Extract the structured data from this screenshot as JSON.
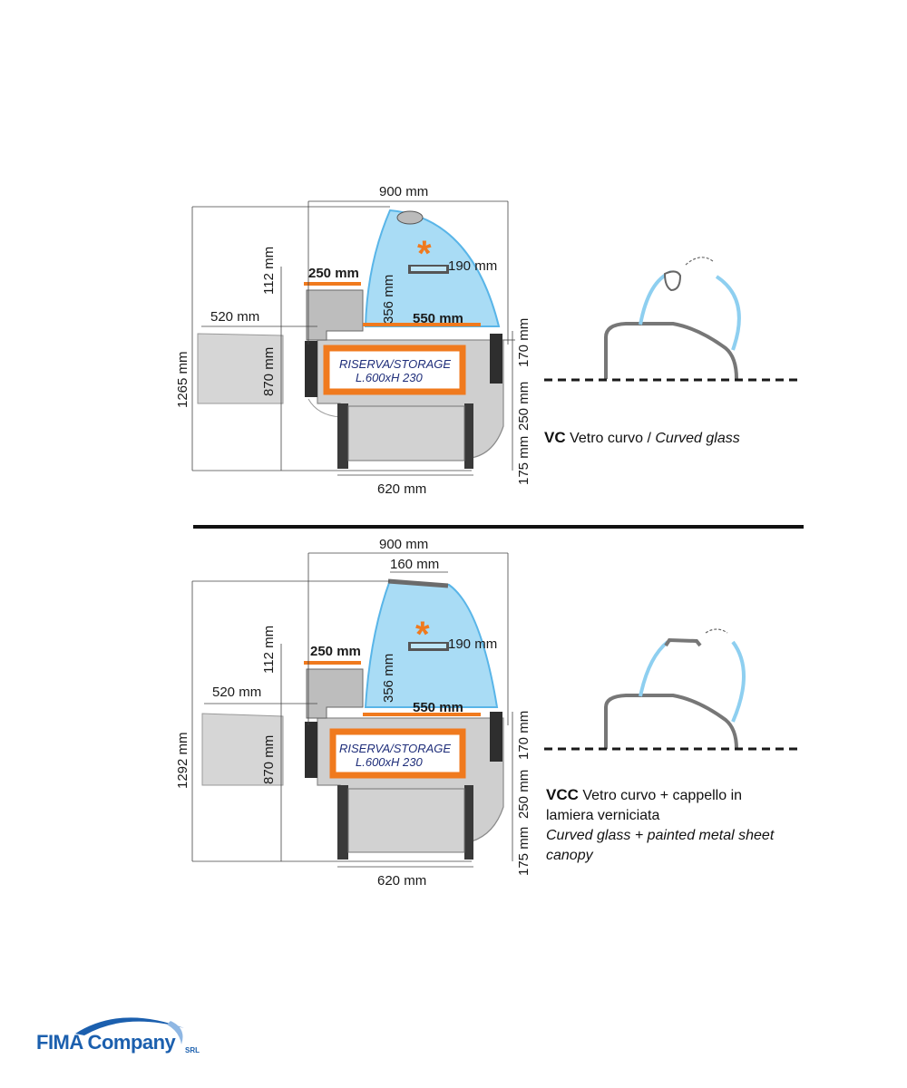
{
  "diagram_vc": {
    "width_top": "900 mm",
    "height_total": "1265 mm",
    "shelf_depth": "250 mm",
    "shelf_height": "112 mm",
    "glass_gap": "190 mm",
    "glass_h": "356 mm",
    "deck_depth": "550 mm",
    "side_ext": "520 mm",
    "counter_h": "870 mm",
    "storage_line1": "RISERVA/STORAGE",
    "storage_line2": "L.600xH 230",
    "r170": "170 mm",
    "r250": "250 mm",
    "r175": "175 mm",
    "base": "620 mm"
  },
  "caption_vc": {
    "code": "VC",
    "it": "Vetro curvo /",
    "en": "Curved glass"
  },
  "diagram_vcc": {
    "width_top": "900 mm",
    "canopy": "160 mm",
    "height_total": "1292 mm",
    "shelf_depth": "250 mm",
    "shelf_height": "112 mm",
    "glass_gap": "190 mm",
    "glass_h": "356 mm",
    "deck_depth": "550 mm",
    "side_ext": "520 mm",
    "counter_h": "870 mm",
    "storage_line1": "RISERVA/STORAGE",
    "storage_line2": "L.600xH 230",
    "r170": "170 mm",
    "r250": "250 mm",
    "r175": "175 mm",
    "base": "620 mm"
  },
  "caption_vcc": {
    "code": "VCC",
    "it_line1": "Vetro curvo + cappello in",
    "it_line2": "lamiera verniciata",
    "en_line1": "Curved glass + painted metal sheet",
    "en_line2": "canopy"
  },
  "logo": {
    "brand": "FIMA Company",
    "suffix": "SRL"
  },
  "colors": {
    "orange": "#f07a1e",
    "glass": "#8ecff0",
    "glass_line": "#59b5e8",
    "cabinet": "#c9c9c9",
    "logo_blue": "#1b5fae"
  }
}
